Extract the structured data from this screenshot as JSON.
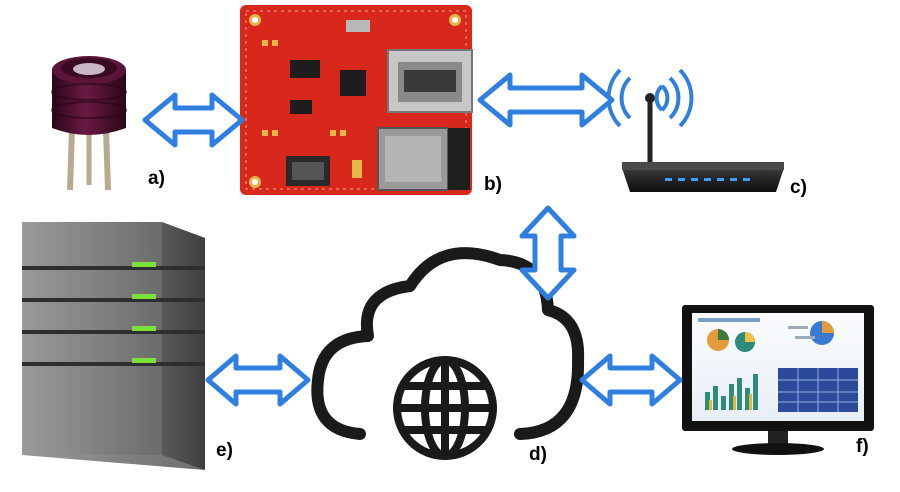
{
  "labels": {
    "a": "a)",
    "b": "b)",
    "c": "c)",
    "d": "d)",
    "e": "e)",
    "f": "f)"
  },
  "colors": {
    "arrow_stroke": "#2f7fe0",
    "arrow_fill": "#ffffff",
    "pcb": "#d8281b",
    "sensor_cap": "#4a0f2e",
    "server_body": "#7a7a7a",
    "server_led": "#7ee03a",
    "router_led": "#3aa0ff",
    "cloud_stroke": "#1a1a1a"
  },
  "icons": {
    "sensor": "thermopile-sensor-icon",
    "board": "microcontroller-board-icon",
    "router": "wifi-router-icon",
    "cloud": "cloud-internet-icon",
    "server": "server-tower-icon",
    "monitor": "dashboard-monitor-icon"
  }
}
